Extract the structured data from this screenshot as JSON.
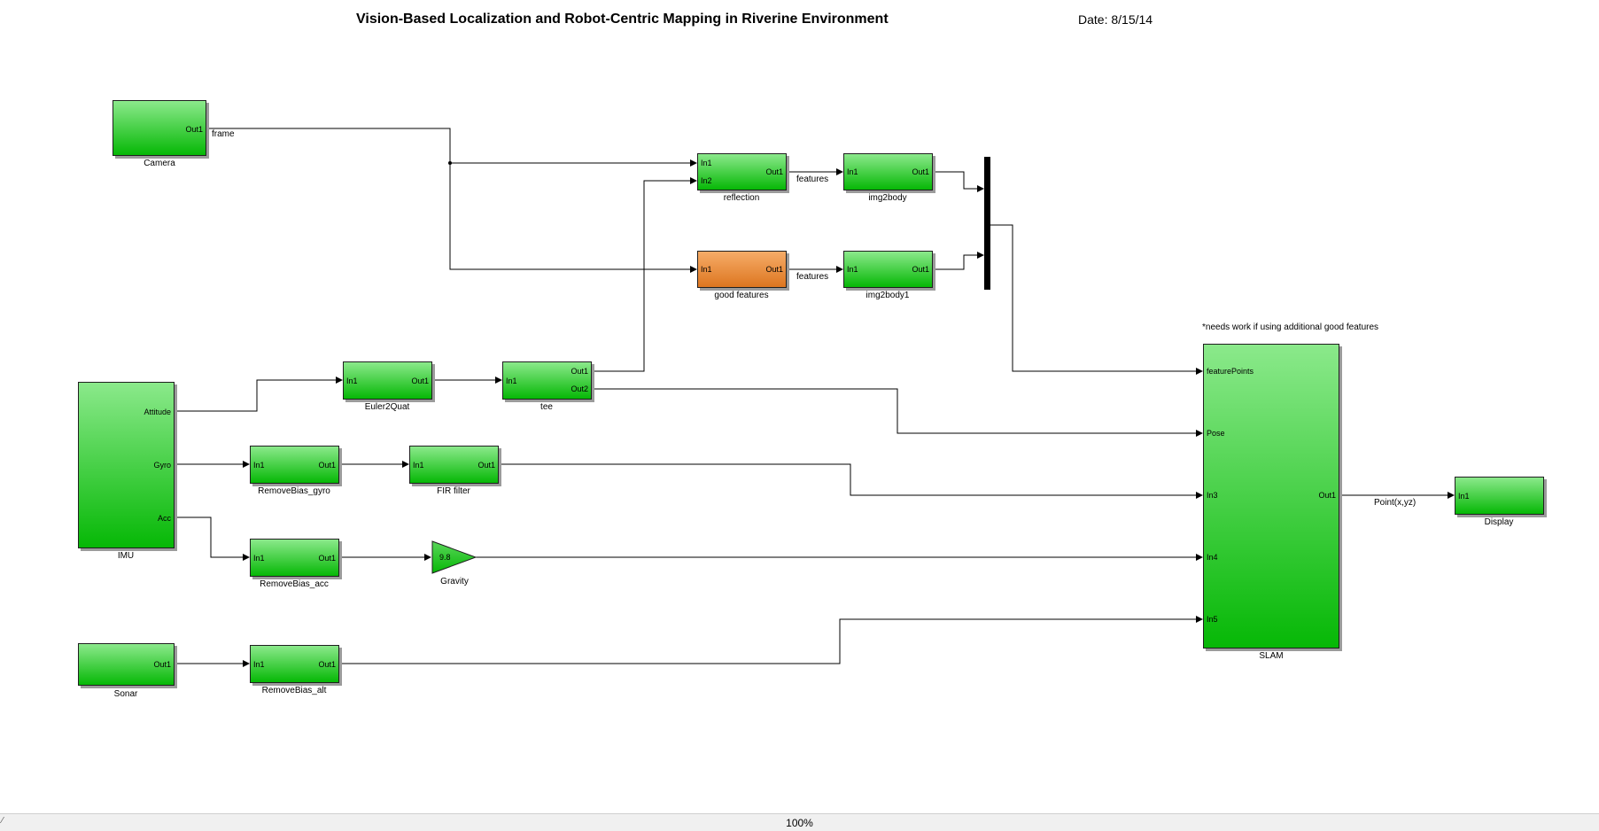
{
  "diagram": {
    "title": "Vision-Based Localization and Robot-Centric Mapping in Riverine Environment",
    "date": "Date: 8/15/14",
    "note": "*needs work if using additional good features"
  },
  "blocks": {
    "camera": {
      "name": "Camera",
      "out1": "Out1"
    },
    "imu": {
      "name": "IMU",
      "attitude": "Attitude",
      "gyro": "Gyro",
      "acc": "Acc"
    },
    "sonar": {
      "name": "Sonar",
      "out1": "Out1"
    },
    "euler2quat": {
      "name": "Euler2Quat",
      "in1": "In1",
      "out1": "Out1"
    },
    "tee": {
      "name": "tee",
      "in1": "In1",
      "out1": "Out1",
      "out2": "Out2"
    },
    "removebias_gyro": {
      "name": "RemoveBias_gyro",
      "in1": "In1",
      "out1": "Out1"
    },
    "fir_filter": {
      "name": "FIR filter",
      "in1": "In1",
      "out1": "Out1"
    },
    "removebias_acc": {
      "name": "RemoveBias_acc",
      "in1": "In1",
      "out1": "Out1"
    },
    "gravity": {
      "name": "Gravity",
      "value": "9.8"
    },
    "removebias_alt": {
      "name": "RemoveBias_alt",
      "in1": "In1",
      "out1": "Out1"
    },
    "reflection": {
      "name": "reflection",
      "in1": "In1",
      "in2": "In2",
      "out1": "Out1"
    },
    "good_features": {
      "name": "good features",
      "in1": "In1",
      "out1": "Out1"
    },
    "img2body": {
      "name": "img2body",
      "in1": "In1",
      "out1": "Out1"
    },
    "img2body1": {
      "name": "img2body1",
      "in1": "In1",
      "out1": "Out1"
    },
    "slam": {
      "name": "SLAM",
      "featurePoints": "featurePoints",
      "pose": "Pose",
      "in3": "In3",
      "in4": "In4",
      "in5": "In5",
      "out1": "Out1"
    },
    "display": {
      "name": "Display",
      "in1": "In1"
    }
  },
  "signals": {
    "frame": "frame",
    "features_1": "features",
    "features_2": "features",
    "point": "Point(x,yz)"
  },
  "statusbar": {
    "zoom": "100%"
  },
  "colors": {
    "block_green": "#06b806",
    "block_orange": "#dd7620",
    "line": "#000000"
  }
}
